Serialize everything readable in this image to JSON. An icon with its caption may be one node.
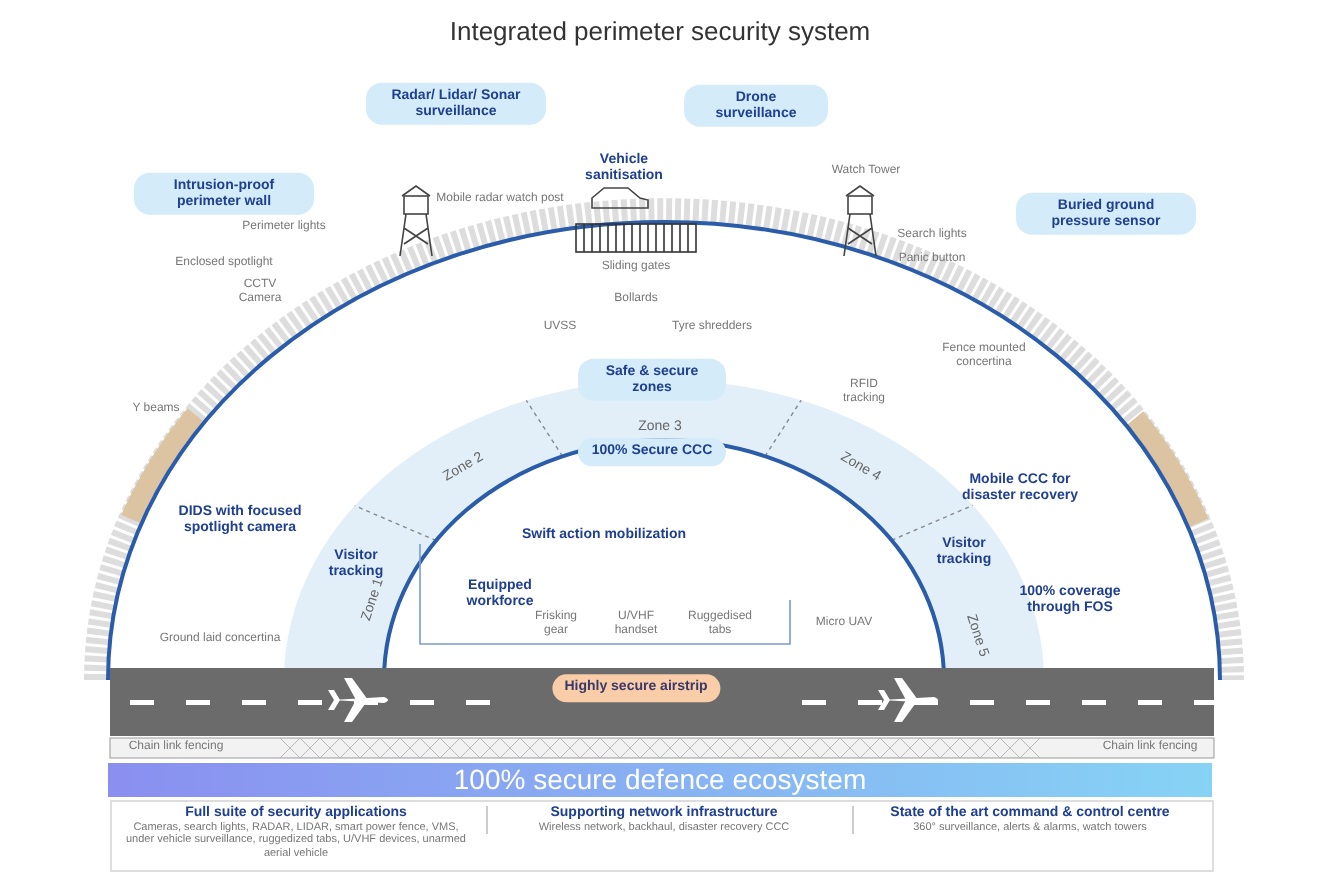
{
  "diagram": {
    "title": "Integrated perimeter security system",
    "nodes": [
      {
        "text": [
          "Intrusion-proof perimeter wall"
        ]
      },
      {
        "text": [
          "Radar/ Lidar/ Sonar surveillance"
        ]
      },
      {
        "text": [
          "Drone surveillance"
        ]
      },
      {
        "text": [
          "Buried ground pressure sensor"
        ]
      },
      {
        "text": [
          "Safe & secure zones"
        ]
      },
      {
        "text": [
          "100% Secure CCC"
        ]
      },
      {
        "text": [
          "Swift action mobilization"
        ]
      },
      {
        "text": [
          "Highly secure airstrip"
        ]
      },
      {
        "text": [
          "100% secure defence ecosystem"
        ]
      },
      {
        "text": [
          "Full suite of security applications",
          "Cameras, search lights, RADAR, LIDAR, smart power fence, VMS, under vehicle surveillance, ruggedized tabs, U/VHF devices, unarmed aerial vehicle"
        ]
      },
      {
        "text": [
          "Supporting network infrastructure",
          "Wireless network, backhaul, disaster recovery CCC"
        ]
      },
      {
        "text": [
          "State of the art command & control centre",
          "360° surveillance, alerts & alarms, watch towers"
        ]
      }
    ],
    "labels": [
      "Vehicle sanitisation",
      "Perimeter lights",
      "Enclosed spotlight",
      "CCTV Camera",
      "Mobile radar watch post",
      "Watch Tower",
      "Search lights",
      "Panic button",
      "Sliding gates",
      "Bollards",
      "UVSS",
      "Tyre shredders",
      "RFID tracking",
      "Fence mounted concertina",
      "Y beams",
      "DIDS with focused spotlight camera",
      "Zone 1",
      "Zone 2",
      "Zone 3",
      "Zone 4",
      "Zone 5",
      "Visitor tracking",
      "Visitor tracking",
      "Mobile CCC for disaster recovery",
      "Equipped workforce",
      "100% coverage through FOS",
      "Frisking gear",
      "U/VHF handset",
      "Ruggedised tabs",
      "Micro UAV",
      "Ground laid concertina",
      "Chain link fencing",
      "Chain link fencing"
    ]
  }
}
